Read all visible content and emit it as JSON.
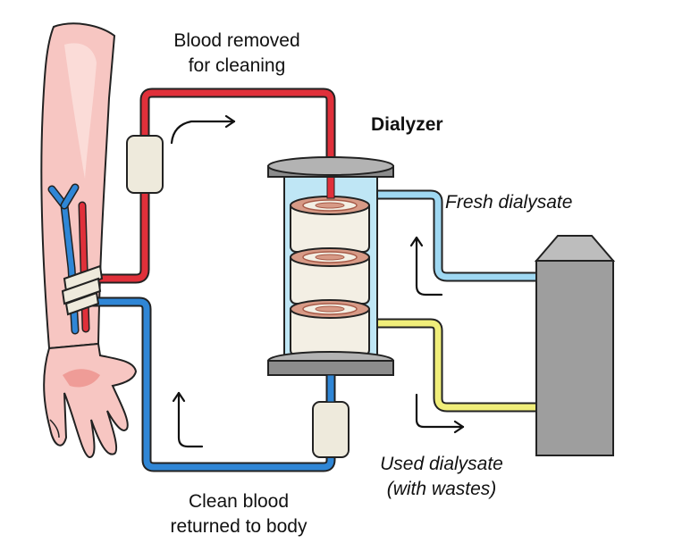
{
  "labels": {
    "blood_removed_line1": "Blood removed",
    "blood_removed_line2": "for cleaning",
    "dialyzer": "Dialyzer",
    "fresh_dialysate": "Fresh dialysate",
    "used_dialysate_line1": "Used dialysate",
    "used_dialysate_line2": "(with wastes)",
    "clean_blood_line1": "Clean blood",
    "clean_blood_line2": "returned to body"
  },
  "colors": {
    "arterial_tube": "#e0303a",
    "venous_tube": "#2f86d6",
    "fresh_dialysate_tube": "#9fd8f2",
    "used_dialysate_tube": "#f0ee7a",
    "skin": "#f7c6c2",
    "dialyzer_fluid": "#bfe6f5",
    "machine": "#9e9e9e",
    "cap": "#8c8c8c"
  }
}
